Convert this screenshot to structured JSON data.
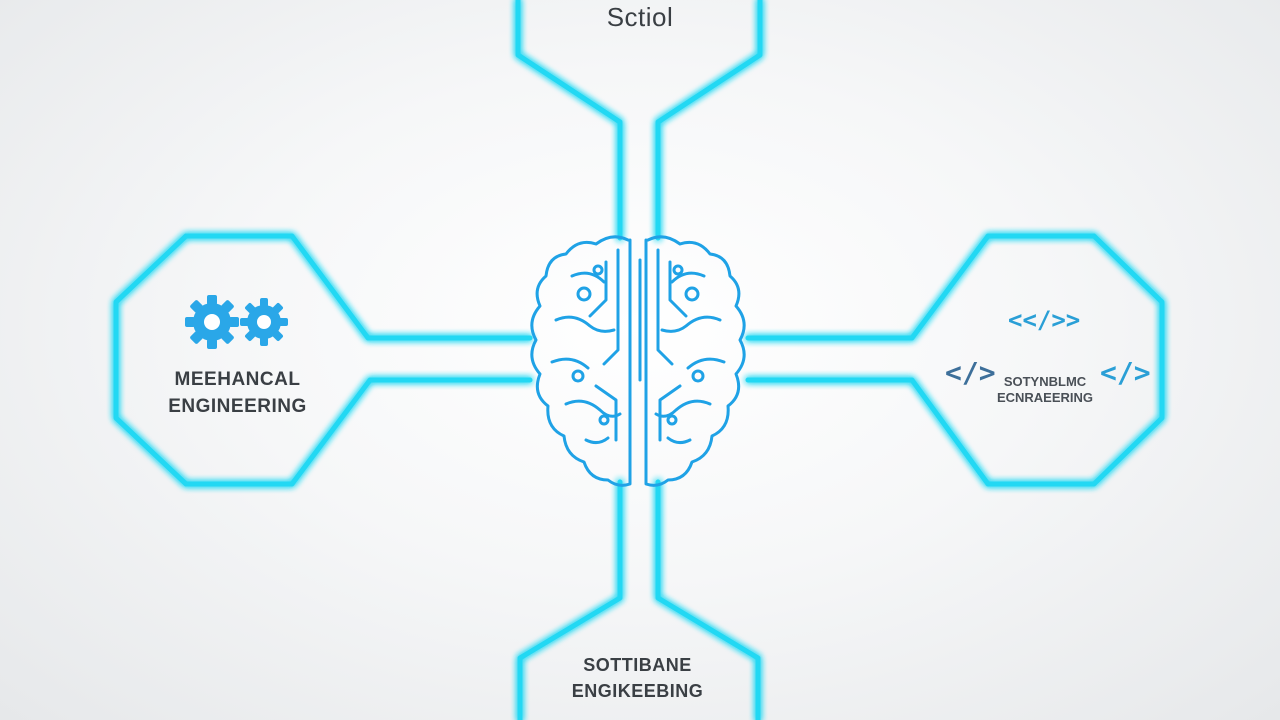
{
  "colors": {
    "neon": "#22d8f3",
    "neon_glow": "#9eeefc",
    "brain": "#1fa2e6",
    "gear": "#2aa7e8",
    "text": "#3a3f44",
    "background": "#f4f5f6"
  },
  "nodes": {
    "top": {
      "label": "Sctiol"
    },
    "left": {
      "line1": "MEEHANCAL",
      "line2": "ENGINEERING",
      "icon": "gears-icon"
    },
    "right": {
      "line1": "SOTYNBLMC",
      "line2": "ECNRAEERING",
      "icon": "code-tags-icon",
      "code_glyph": "</>",
      "code_glyph_top": "<</>>"
    },
    "bottom": {
      "line1": "SOTTIBANE",
      "line2": "ENGIKEEBING"
    }
  },
  "center": {
    "icon": "circuit-brain-icon"
  }
}
